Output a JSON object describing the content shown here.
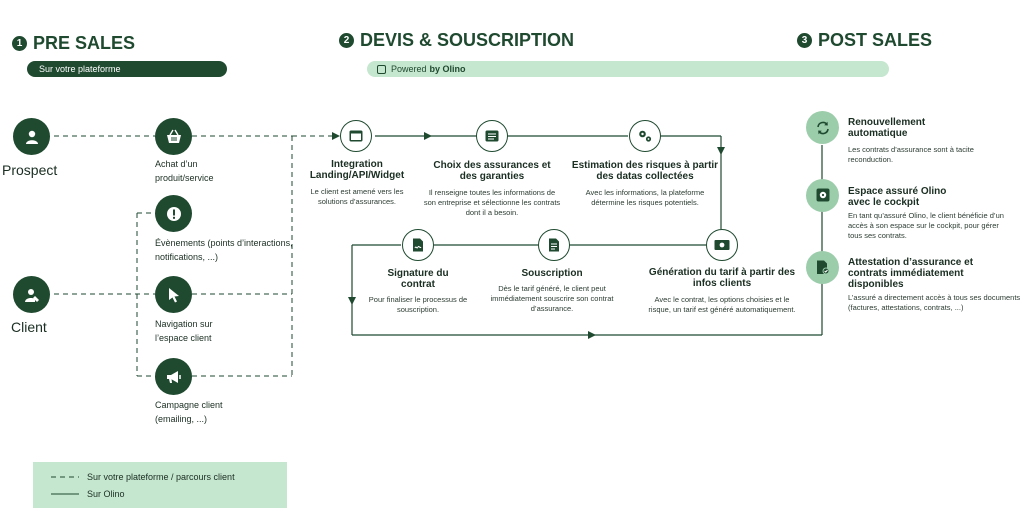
{
  "sections": {
    "pre_sales": {
      "number": "1",
      "title": "PRE SALES",
      "pill": "Sur votre plateforme"
    },
    "devis": {
      "number": "2",
      "title": "DEVIS & SOUSCRIPTION",
      "pill_prefix": "Powered",
      "pill_brand": "by Olino"
    },
    "post_sales": {
      "number": "3",
      "title": "POST SALES"
    }
  },
  "actors": {
    "prospect": "Prospect",
    "client": "Client"
  },
  "touchpoints": {
    "achat": "Achat d’un produit/service",
    "evenements": "Évènements (points d’interactions, notifications, ...)",
    "navigation": "Navigation sur l’espace client",
    "campagne": "Campagne client (emailing, ...)"
  },
  "steps": {
    "integration": {
      "title": "Integration Landing/API/Widget",
      "desc": "Le client est amené vers les solutions d’assurances."
    },
    "choix": {
      "title": "Choix des assurances et des garanties",
      "desc": "Il renseigne toutes les informations de son entreprise et sélectionne les contrats dont il a besoin."
    },
    "estimation": {
      "title": "Estimation des risques à partir des datas collectées",
      "desc": "Avec les informations, la plateforme détermine les risques potentiels."
    },
    "generation": {
      "title": "Génération du tarif à partir des infos clients",
      "desc": "Avec le contrat, les options choisies et le risque, un tarif est généré automatiquement."
    },
    "souscription": {
      "title": "Souscription",
      "desc": "Dès le tarif généré, le client peut immédiatement souscrire son contrat d’assurance."
    },
    "signature": {
      "title": "Signature du contrat",
      "desc": "Pour finaliser le processus de souscription."
    }
  },
  "post": {
    "renouvellement": {
      "title": "Renouvellement automatique",
      "desc": "Les contrats d’assurance sont à tacite reconduction."
    },
    "espace": {
      "title": "Espace assuré Olino avec le cockpit",
      "desc": "En tant qu’assuré Olino, le client bénéficie d’un accès à son espace sur le cockpit, pour gérer tous ses contrats."
    },
    "attestation": {
      "title": "Attestation d’assurance et contrats immédiatement disponibles",
      "desc": "L’assuré a directement accès à tous ses documents (factures, attestations, contrats, ...)"
    }
  },
  "legend": {
    "dashed": "Sur votre plateforme / parcours client",
    "solid": "Sur Olino"
  },
  "colors": {
    "primary": "#1f4a30",
    "light": "#c5e6cf",
    "medium": "#9ccdab"
  },
  "icons": {
    "prospect": "user-icon",
    "client": "user-edit-icon",
    "achat": "basket-icon",
    "evenements": "alert-icon",
    "navigation": "cursor-icon",
    "campagne": "megaphone-icon",
    "integration": "browser-icon",
    "choix": "list-window-icon",
    "estimation": "gears-icon",
    "generation": "money-icon",
    "souscription": "document-icon",
    "signature": "signed-document-icon",
    "renouvellement": "refresh-icon",
    "espace": "safe-icon",
    "attestation": "file-check-icon"
  }
}
